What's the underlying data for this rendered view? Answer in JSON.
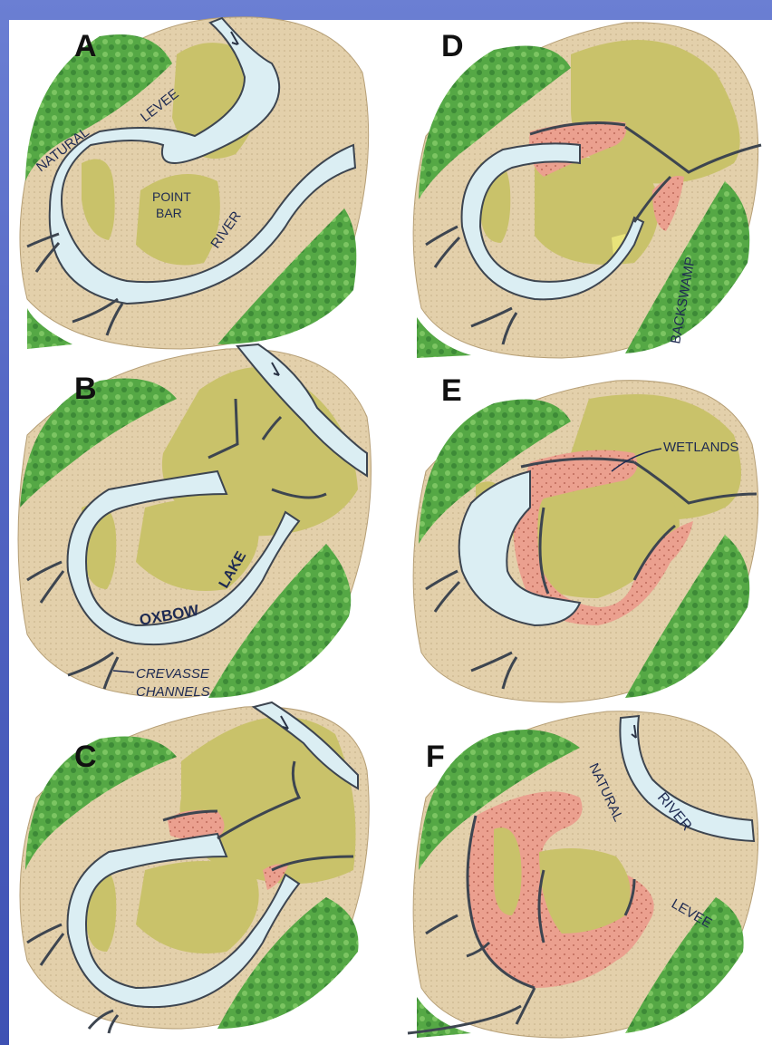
{
  "colors": {
    "background": "#5467c4",
    "levee": "#e3d0ab",
    "point_bar": "#c9c26a",
    "river": "#dbeef3",
    "wetlands": "#eba08f",
    "vegetation": "#55a845"
  },
  "panels": [
    {
      "letter": "A",
      "labels": {
        "natural_levee": "NATURAL",
        "levee_word": "LEVEE",
        "point_bar_1": "POINT",
        "point_bar_2": "BAR",
        "river": "RIVER"
      }
    },
    {
      "letter": "B",
      "labels": {
        "oxbow": "OXBOW",
        "lake": "LAKE",
        "crevasse_1": "CREVASSE",
        "crevasse_2": "CHANNELS"
      }
    },
    {
      "letter": "C",
      "labels": {}
    },
    {
      "letter": "D",
      "labels": {
        "backswamp": "BACKSWAMP"
      }
    },
    {
      "letter": "E",
      "labels": {
        "wetlands": "WETLANDS"
      }
    },
    {
      "letter": "F",
      "labels": {
        "natural": "NATURAL",
        "levee": "LEVEE",
        "river": "RIVER"
      }
    }
  ]
}
